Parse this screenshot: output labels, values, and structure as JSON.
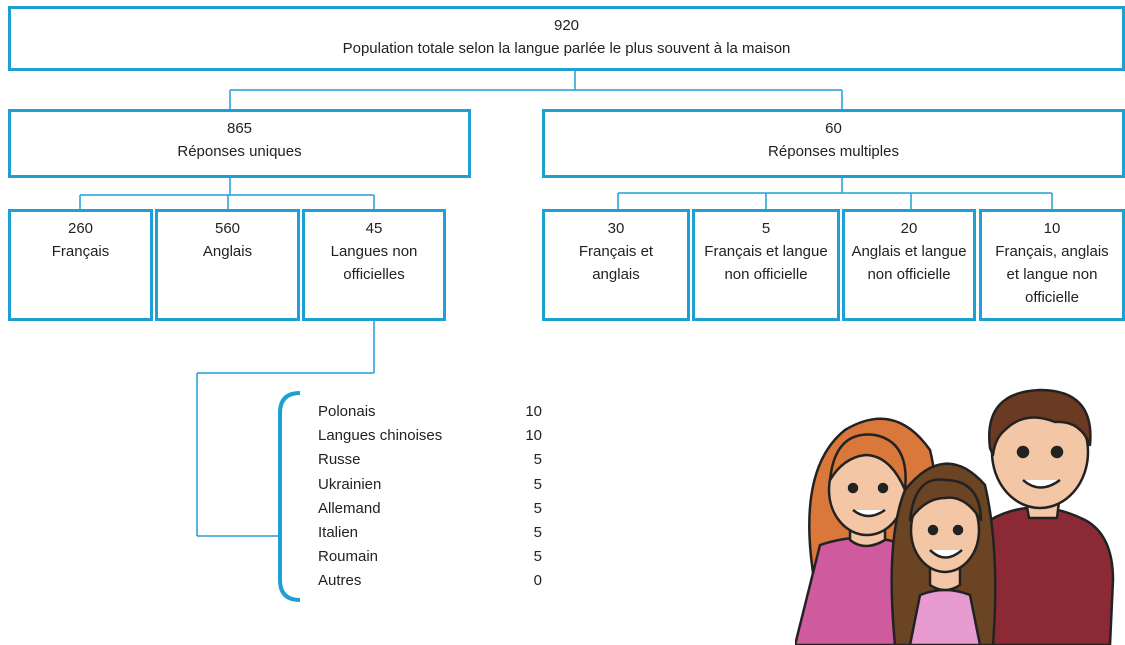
{
  "root": {
    "value": "920",
    "label": "Population totale selon la langue parlée le plus souvent à la maison"
  },
  "single": {
    "value": "865",
    "label": "Réponses uniques"
  },
  "multiple": {
    "value": "60",
    "label": "Réponses multiples"
  },
  "single_children": [
    {
      "value": "260",
      "label": "Français"
    },
    {
      "value": "560",
      "label": "Anglais"
    },
    {
      "value": "45",
      "label_line1": "Langues non",
      "label_line2": "officielles"
    }
  ],
  "multiple_children": [
    {
      "value": "30",
      "label_line1": "Français et",
      "label_line2": "anglais"
    },
    {
      "value": "5",
      "label_line1": "Français et langue",
      "label_line2": "non officielle"
    },
    {
      "value": "20",
      "label_line1": "Anglais et langue",
      "label_line2": "non officielle"
    },
    {
      "value": "10",
      "label_line1": "Français, anglais",
      "label_line2": "et langue non",
      "label_line3": "officielle"
    }
  ],
  "non_official_breakdown": [
    {
      "language": "Polonais",
      "value": "10"
    },
    {
      "language": "Langues chinoises",
      "value": "10"
    },
    {
      "language": "Russe",
      "value": "5"
    },
    {
      "language": "Ukrainien",
      "value": "5"
    },
    {
      "language": "Allemand",
      "value": "5"
    },
    {
      "language": "Italien",
      "value": "5"
    },
    {
      "language": "Roumain",
      "value": "5"
    },
    {
      "language": "Autres",
      "value": "0"
    }
  ],
  "colors": {
    "border": "#1fa0d4"
  }
}
